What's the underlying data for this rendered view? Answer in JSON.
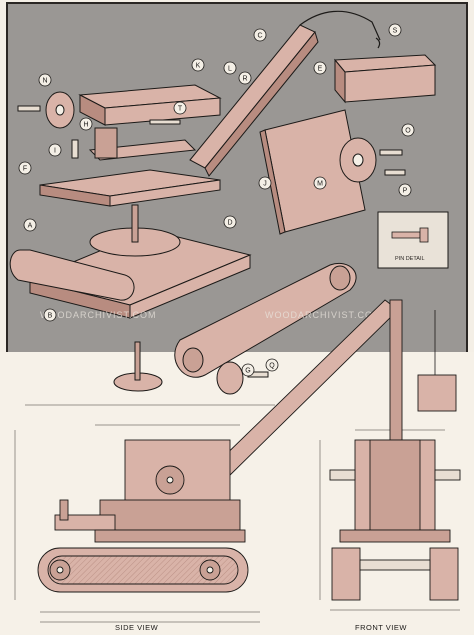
{
  "part_letters": [
    "A",
    "B",
    "C",
    "D",
    "E",
    "F",
    "G",
    "H",
    "I",
    "J",
    "K",
    "L",
    "M",
    "N",
    "O",
    "P",
    "Q",
    "R",
    "S",
    "T"
  ],
  "watermark": {
    "left": "WOODARCHIVIST.COM",
    "right": "WOODARCHIVIST.COM"
  },
  "pin_detail": {
    "title": "PIN DETAIL"
  },
  "views": {
    "side": "SIDE VIEW",
    "front": "FRONT VIEW"
  },
  "colors": {
    "wood": "#d9b3a8",
    "wood_dark": "#b88c80",
    "panel_gray": "#9a9794",
    "ink": "#1c1a18",
    "paper": "#f6f1e8"
  }
}
